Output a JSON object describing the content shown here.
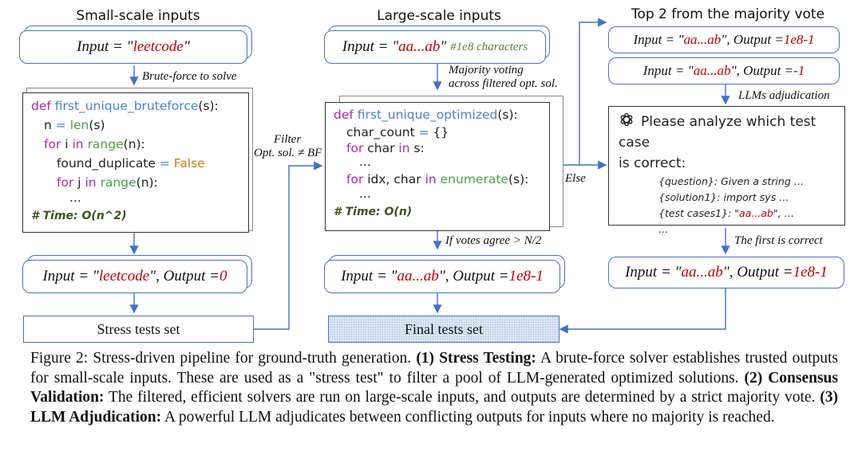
{
  "columns": {
    "small": {
      "heading": "Small-scale inputs",
      "input_box": {
        "prefix": "Input = \"",
        "value": "leetcode",
        "suffix": "\""
      },
      "arrow_label": "Brute-force to solve",
      "code": {
        "lines": [
          {
            "def": "def ",
            "name": "first_unique_bruteforce",
            "rest": "(s):"
          },
          {
            "text": "n = len(s)"
          },
          {
            "text": "for i in range(n):"
          },
          {
            "text": "found_duplicate = False"
          },
          {
            "text": "for j in range(n):"
          },
          {
            "text": "..."
          }
        ],
        "complexity": "# Time: O(n^2)"
      },
      "output_box": {
        "prefix": "Input = \"",
        "input": "leetcode",
        "mid": "\", Output = ",
        "output": "0"
      },
      "set_box": "Stress tests set"
    },
    "large": {
      "heading": "Large-scale inputs",
      "input_box": {
        "prefix": "Input = \"",
        "value": "aa...ab",
        "suffix": "\"",
        "comment": "#1e8 characters"
      },
      "arrow_label_line1": "Majority voting",
      "arrow_label_line2": "across filtered opt. sol.",
      "filter_label_line1": "Filter",
      "filter_label_line2": "Opt. sol. ≠ BF",
      "code": {
        "lines": [
          {
            "def": "def ",
            "name": "first_unique_optimized",
            "rest": "(s):"
          },
          {
            "text": "char_count = {}"
          },
          {
            "text": "for char in s:"
          },
          {
            "text": "..."
          },
          {
            "text": "for idx, char in enumerate(s):"
          },
          {
            "text": "..."
          }
        ],
        "complexity": "# Time: O(n)"
      },
      "agree_label": "If votes agree > N/2",
      "output_box": {
        "prefix": "Input = \"",
        "input": "aa...ab",
        "mid": "\", Output = ",
        "output": "1e8-1"
      },
      "set_box": "Final tests set"
    },
    "vote": {
      "heading": "Top 2 from the majority vote",
      "candidates": [
        {
          "prefix": "Input = \" ",
          "input": "aa...ab",
          "mid": "\", Output = ",
          "output": "1e8-1"
        },
        {
          "prefix": "Input = \" ",
          "input": "aa...ab",
          "mid": "\", Output = ",
          "output": "-1"
        }
      ],
      "else_label": "Else",
      "adjudication_label": "LLMs adjudication",
      "prompt": {
        "icon": "openai-logo-icon",
        "title_line1": "Please analyze which test case",
        "title_line2": "is correct:",
        "items": [
          {
            "key": "{question}",
            "value": ": Given a string …"
          },
          {
            "key": "{solution1}",
            "value": ": import sys …"
          },
          {
            "key": "{test cases1}",
            "value_pre": ": \"",
            "value_red": "aa...ab",
            "value_post": "\", …"
          },
          {
            "key": "…",
            "value": ""
          }
        ]
      },
      "result_label": "The first is correct",
      "output_box": {
        "prefix": "Input = \"",
        "input": "aa...ab",
        "mid": "\", Output = ",
        "output": "1e8-1"
      }
    }
  },
  "caption": {
    "figure": "Figure 2:",
    "intro": " Stress-driven pipeline for ground-truth generation. ",
    "s1_title": "(1) Stress Testing:",
    "s1_text": " A brute-force solver establishes trusted outputs for small-scale inputs. These are used as a \"stress test\" to filter a pool of LLM-generated optimized solutions. ",
    "s2_title": "(2) Consensus Validation:",
    "s2_text": " The filtered, efficient solvers are run on large-scale inputs, and outputs are determined by a strict majority vote. ",
    "s3_title": "(3) LLM Adjudication:",
    "s3_text": " A powerful LLM adjudicates between conflicting outputs for inputs where no majority is reached."
  },
  "colors": {
    "accent": "#4472c4",
    "value_red": "#c00000",
    "comment_green": "#548235"
  }
}
